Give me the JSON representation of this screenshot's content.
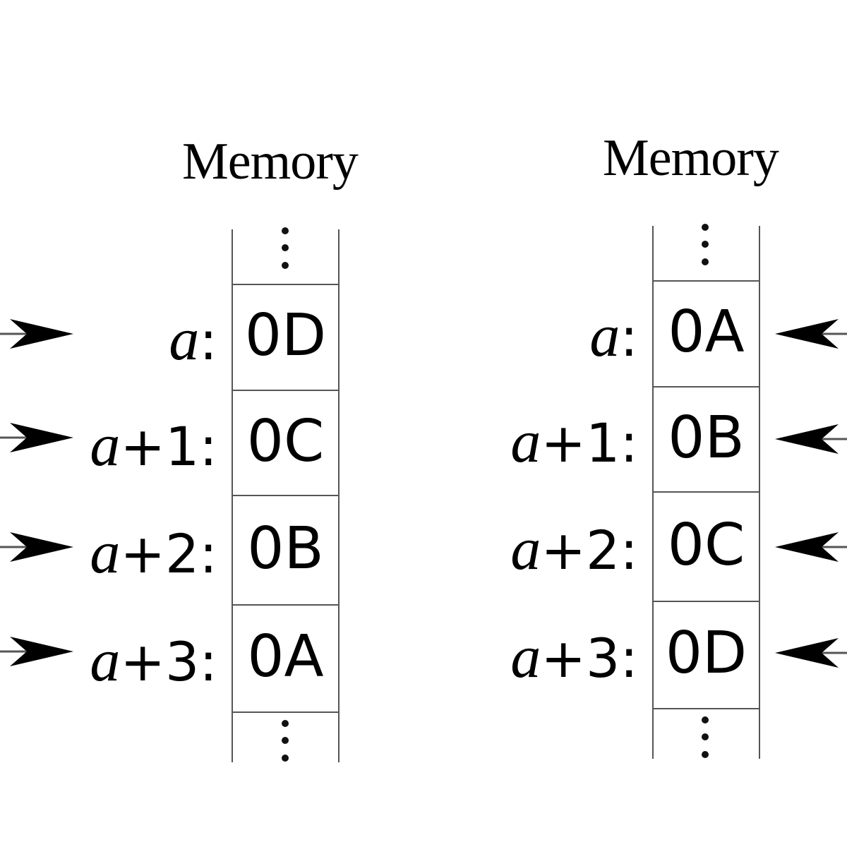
{
  "left_panel": {
    "title": "Memory",
    "rows": [
      {
        "var": "a",
        "offset": ":",
        "value": "0D"
      },
      {
        "var": "a",
        "offset": "+1:",
        "value": "0C"
      },
      {
        "var": "a",
        "offset": "+2:",
        "value": "0B"
      },
      {
        "var": "a",
        "offset": "+3:",
        "value": "0A"
      }
    ]
  },
  "right_panel": {
    "title": "Memory",
    "rows": [
      {
        "var": "a",
        "offset": ":",
        "value": "0A"
      },
      {
        "var": "a",
        "offset": "+1:",
        "value": "0B"
      },
      {
        "var": "a",
        "offset": "+2:",
        "value": "0C"
      },
      {
        "var": "a",
        "offset": "+3:",
        "value": "0D"
      }
    ]
  },
  "colors": {
    "ink": "#000000",
    "grid_line": "#555555",
    "background": "#ffffff"
  },
  "icons": {
    "left_arrows": "arrow-right-icon",
    "right_arrows": "arrow-left-icon",
    "continuation": "vertical-ellipsis-icon"
  }
}
